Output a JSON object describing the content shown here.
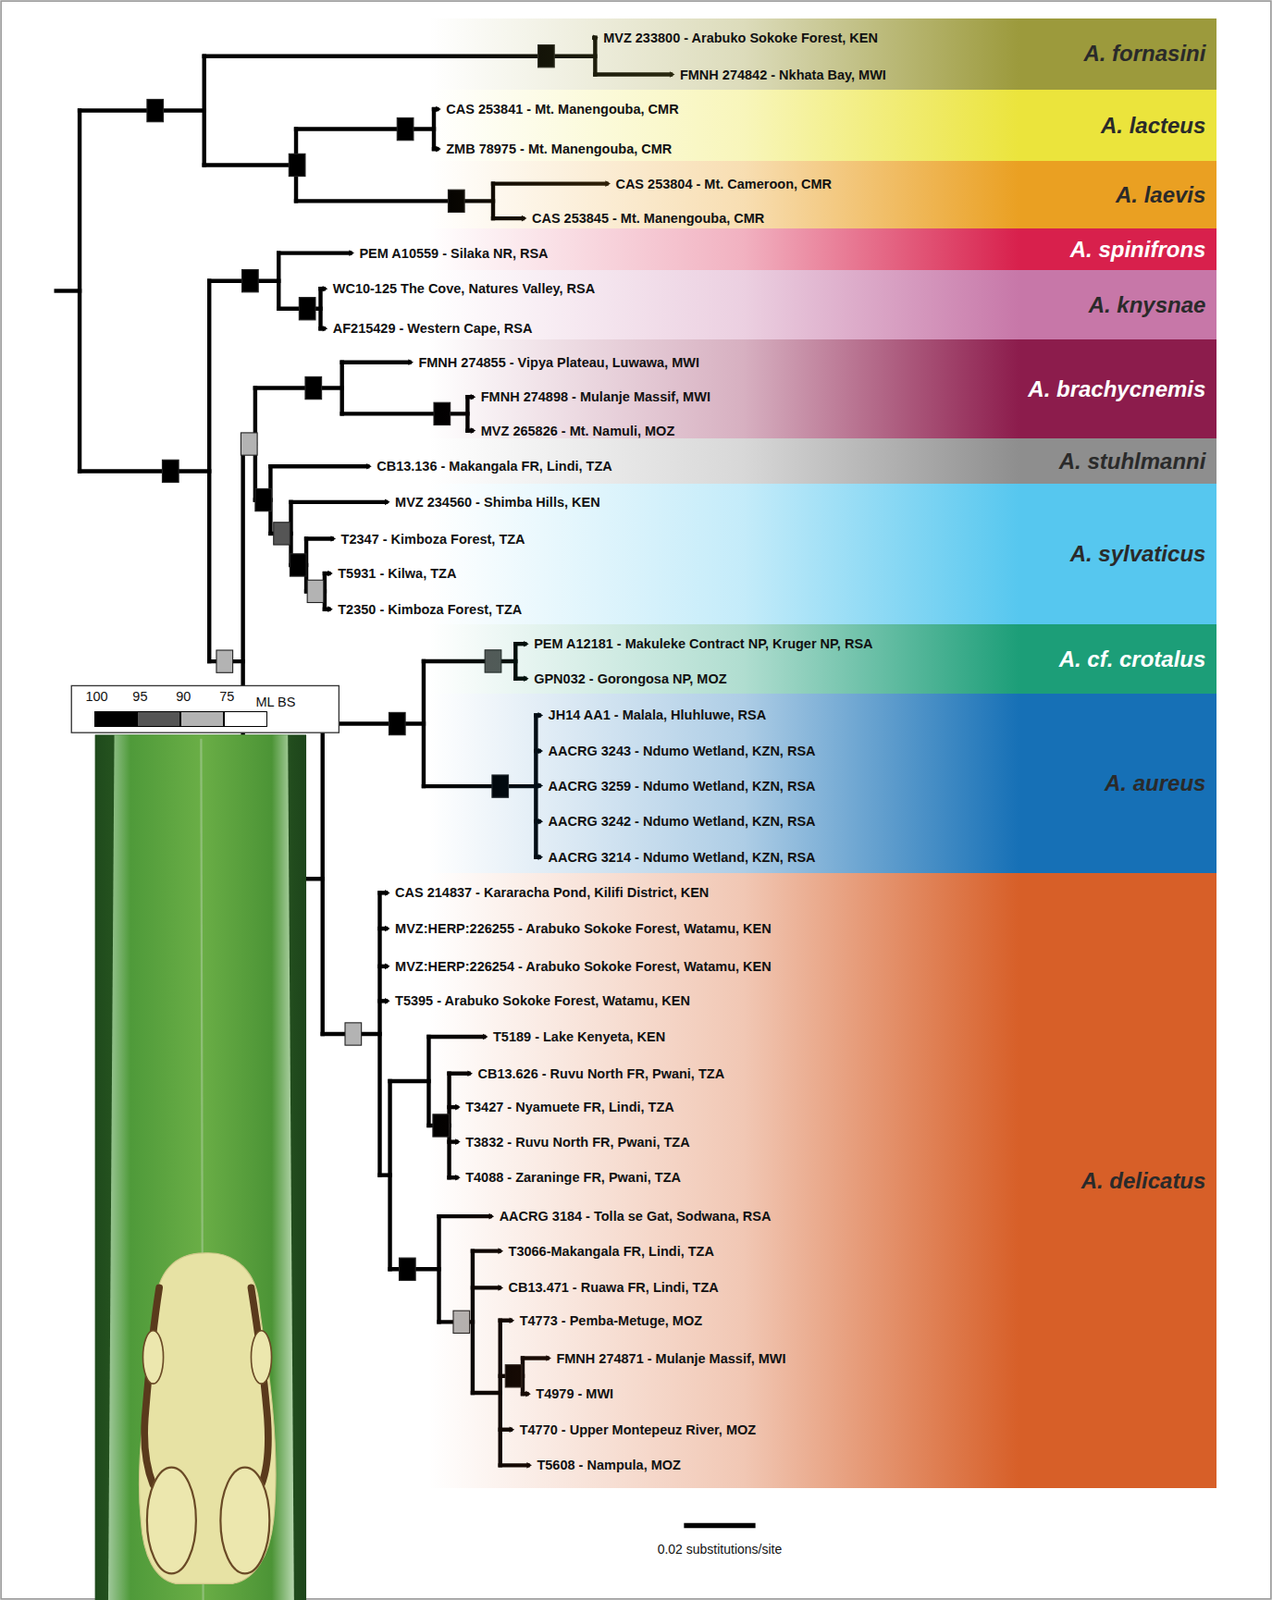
{
  "diagram": {
    "nodes": [
      {
        "text": [
          "A. fornasini"
        ]
      },
      {
        "text": [
          "A. lacteus"
        ]
      },
      {
        "text": [
          "A. laevis"
        ]
      },
      {
        "text": [
          "A. spinifrons"
        ]
      },
      {
        "text": [
          "A. knysnae"
        ]
      },
      {
        "text": [
          "A. brachycnemis"
        ]
      },
      {
        "text": [
          "A. stuhlmanni"
        ]
      },
      {
        "text": [
          "A. sylvaticus"
        ]
      },
      {
        "text": [
          "A. cf. crotalus"
        ]
      },
      {
        "text": [
          "A. aureus"
        ]
      },
      {
        "text": [
          "A. delicatus"
        ]
      }
    ],
    "labels": [
      "MVZ 233800 - Arabuko Sokoke Forest, KEN",
      "FMNH 274842 - Nkhata Bay, MWI",
      "CAS 253841 - Mt. Manengouba, CMR",
      "ZMB 78975 - Mt. Manengouba, CMR",
      "CAS 253804 - Mt. Cameroon, CMR",
      "CAS 253845 - Mt. Manengouba, CMR",
      "PEM A10559 - Silaka NR, RSA",
      "WC10-125 The Cove, Natures Valley, RSA",
      "AF215429 - Western Cape, RSA",
      "FMNH 274855 - Vipya Plateau, Luwawa, MWI",
      "FMNH 274898 - Mulanje Massif, MWI",
      "MVZ 265826 - Mt. Namuli, MOZ",
      "CB13.136 - Makangala FR, Lindi, TZA",
      "MVZ 234560 - Shimba Hills, KEN",
      "T2347 - Kimboza Forest, TZA",
      "T5931 - Kilwa, TZA",
      "T2350 - Kimboza Forest, TZA",
      "PEM A12181 - Makuleke Contract NP, Kruger NP, RSA",
      "GPN032 - Gorongosa NP, MOZ",
      "JH14 AA1 - Malala, Hluhluwe, RSA",
      "AACRG 3243 - Ndumo Wetland, KZN, RSA",
      "AACRG 3259 - Ndumo Wetland, KZN, RSA",
      "AACRG 3242 - Ndumo Wetland, KZN, RSA",
      "AACRG 3214 - Ndumo Wetland, KZN, RSA",
      "CAS 214837 - Kararacha Pond, Kilifi District, KEN",
      "MVZ:HERP:226255 - Arabuko Sokoke Forest, Watamu, KEN",
      "MVZ:HERP:226254 - Arabuko Sokoke Forest, Watamu, KEN",
      "T5395 - Arabuko Sokoke Forest, Watamu, KEN",
      "T5189 - Lake Kenyeta, KEN",
      "CB13.626 - Ruvu North FR, Pwani, TZA",
      "T3427 - Nyamuete FR, Lindi, TZA",
      "T3832 - Ruvu North FR, Pwani, TZA",
      "T4088 - Zaraninge FR, Pwani, TZA",
      "AACRG 3184 - Tolla se Gat, Sodwana, RSA",
      "T3066-Makangala FR, Lindi, TZA",
      "CB13.471 - Ruawa FR, Lindi, TZA",
      "T4773 - Pemba-Metuge, MOZ",
      "FMNH 274871 - Mulanje Massif, MWI",
      "T4979 - MWI",
      "T4770 - Upper Montepeuz River, MOZ",
      "T5608 - Nampula, MOZ",
      "ML BS",
      "0.02 substitutions/site"
    ],
    "legend": [
      {
        "text": "100",
        "color": "#000000"
      },
      {
        "text": "95",
        "color": "#555555"
      },
      {
        "text": "90",
        "color": "#b3b3b3"
      },
      {
        "text": "75",
        "color": "#ffffff"
      }
    ]
  }
}
